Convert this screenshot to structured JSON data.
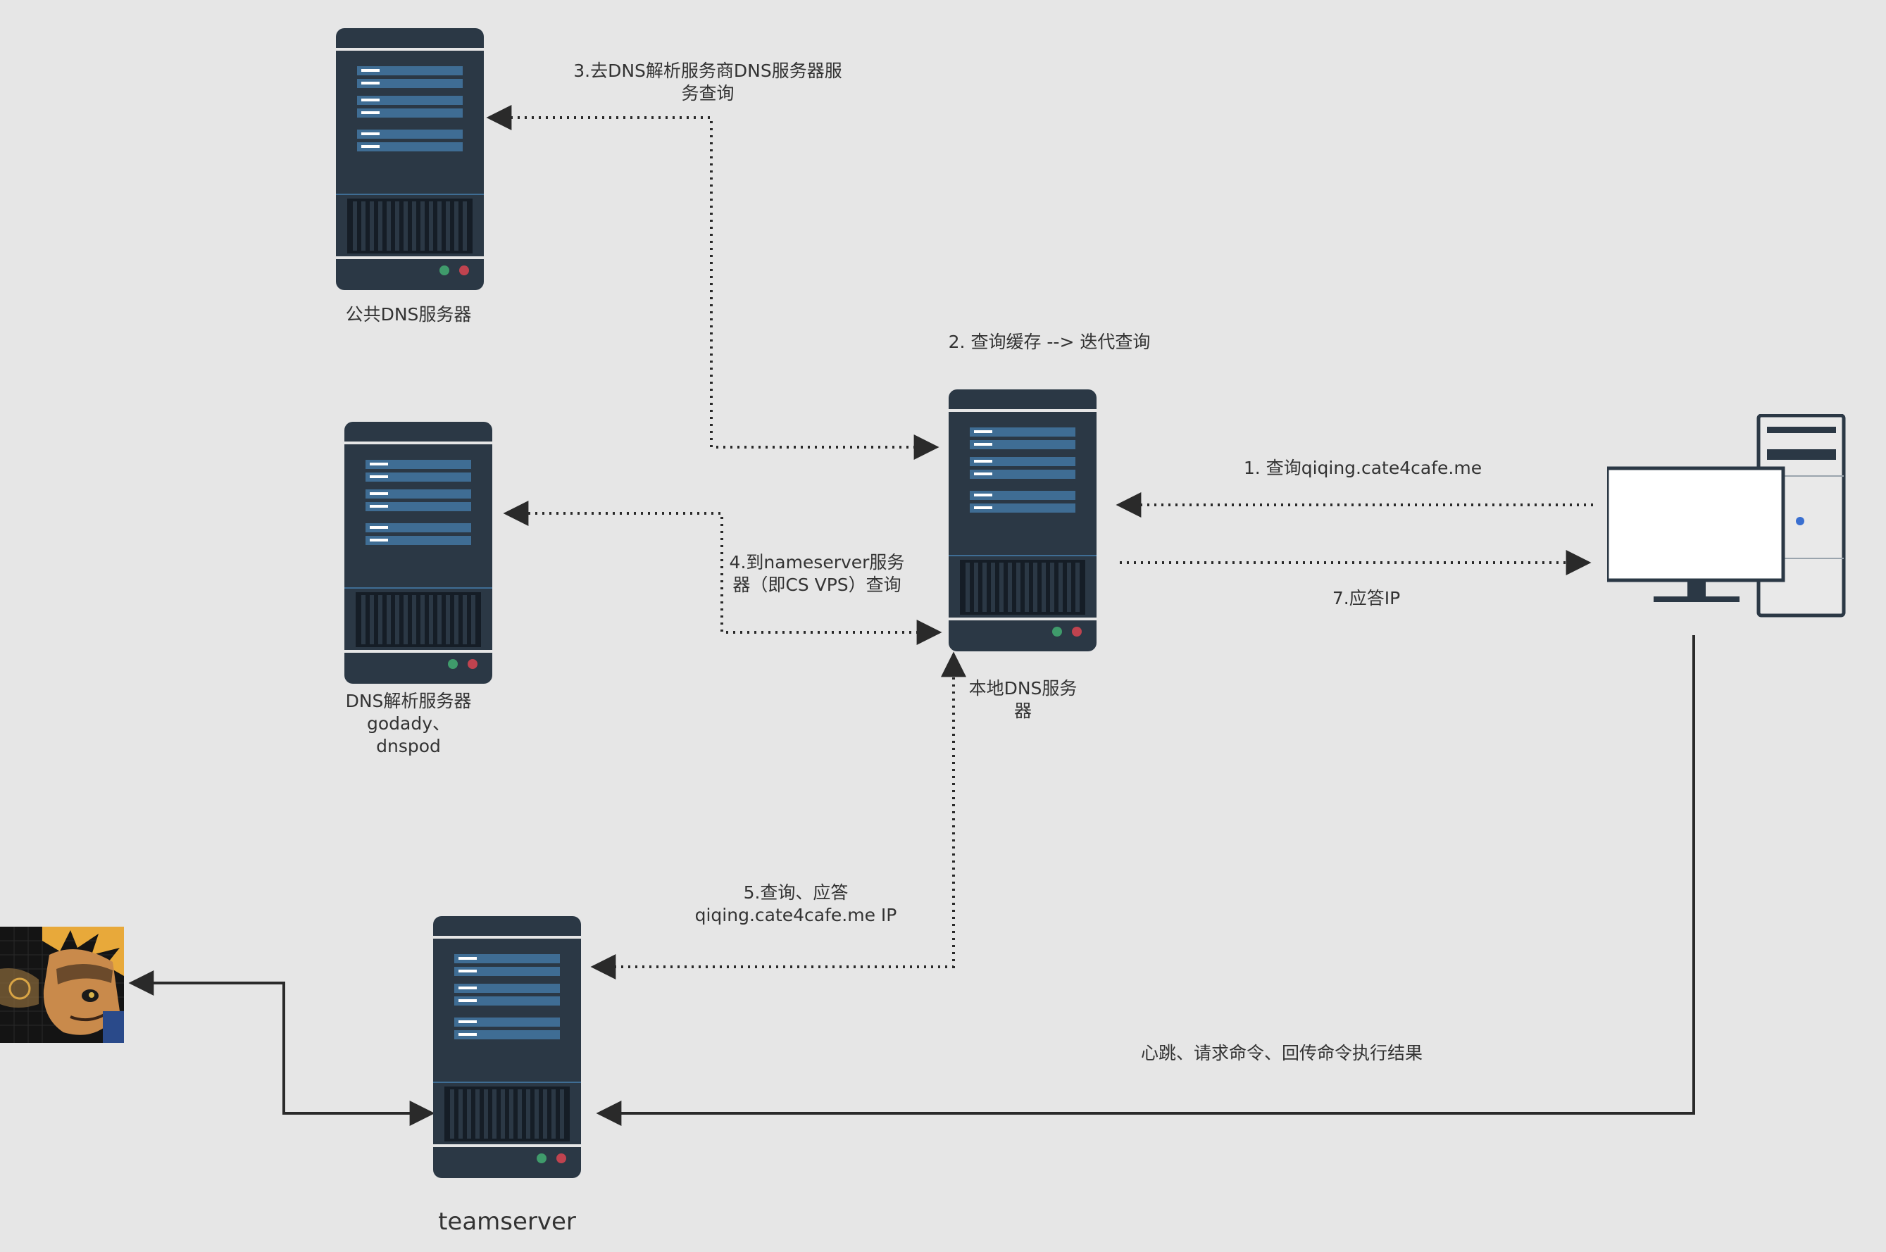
{
  "servers": {
    "public_dns": {
      "caption": "公共DNS服务器"
    },
    "local_dns": {
      "caption": "本地DNS服务\n器"
    },
    "resolver": {
      "caption": "DNS解析服务器\ngodady、\ndnspod"
    },
    "teamserver": {
      "caption": "teamserver"
    }
  },
  "client_pc": {
    "icon": "desktop-computer-icon"
  },
  "attacker": {
    "icon": "attacker-avatar-icon"
  },
  "steps": {
    "step1": "1. 查询qiqing.cate4cafe.me",
    "step2": "2. 查询缓存 --> 迭代查询",
    "step3": "3.去DNS解析服务商DNS服务器服\n务查询",
    "step4": "4.到nameserver服务\n器（即CS VPS）查询",
    "step5": "5.查询、应答\nqiqing.cate4cafe.me IP",
    "step7": "7.应答IP",
    "beacon": "心跳、请求命令、回传命令执行结果"
  },
  "colors": {
    "background": "#e6e6e6",
    "server_body": "#2b3845",
    "server_bar": "#3f6d94",
    "line": "#2a2a2a",
    "led_green": "#3f9b6b",
    "led_red": "#c0434f"
  }
}
